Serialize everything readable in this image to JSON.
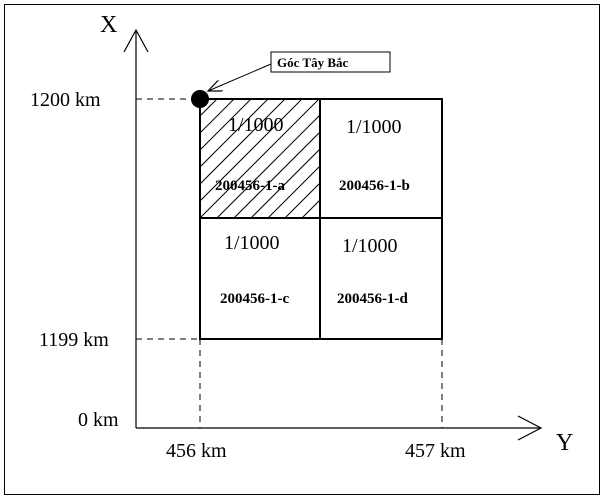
{
  "axes": {
    "x_axis_letter": "X",
    "y_axis_letter": "Y"
  },
  "ticks": {
    "x_1200": "1200 km",
    "x_1199": "1199 km",
    "x_0": "0 km",
    "y_456": "456 km",
    "y_457": "457 km"
  },
  "callout": {
    "label": "Góc Tây Bắc"
  },
  "sheets": [
    {
      "scale": "1/1000",
      "code": "200456-1-a",
      "hatched": true
    },
    {
      "scale": "1/1000",
      "code": "200456-1-b",
      "hatched": false
    },
    {
      "scale": "1/1000",
      "code": "200456-1-c",
      "hatched": false
    },
    {
      "scale": "1/1000",
      "code": "200456-1-d",
      "hatched": false
    }
  ]
}
